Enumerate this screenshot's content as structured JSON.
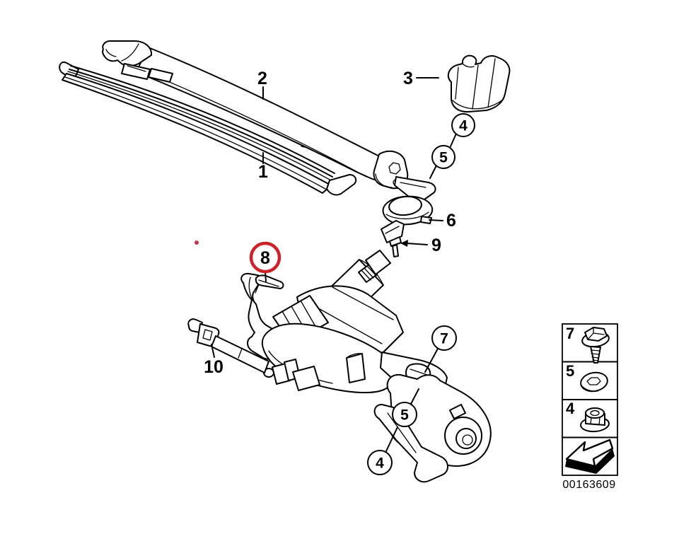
{
  "colors": {
    "background": "#ffffff",
    "line": "#000000",
    "highlight_red": "#cc2229"
  },
  "callouts": {
    "blade": "1",
    "arm": "2",
    "cap": "3",
    "nut_upper": "4",
    "washer_upper": "5",
    "gasket": "6",
    "mount": "7",
    "highlighted": "8",
    "pin": "9",
    "rod": "10",
    "washer_lower": "5",
    "nut_lower": "4"
  },
  "legend": {
    "rows": [
      {
        "num": "7",
        "icon": "flange-screw-icon"
      },
      {
        "num": "5",
        "icon": "washer-icon"
      },
      {
        "num": "4",
        "icon": "flange-nut-icon"
      },
      {
        "num": "",
        "icon": "direction-arrow-icon"
      }
    ],
    "part_number": "00163609"
  }
}
